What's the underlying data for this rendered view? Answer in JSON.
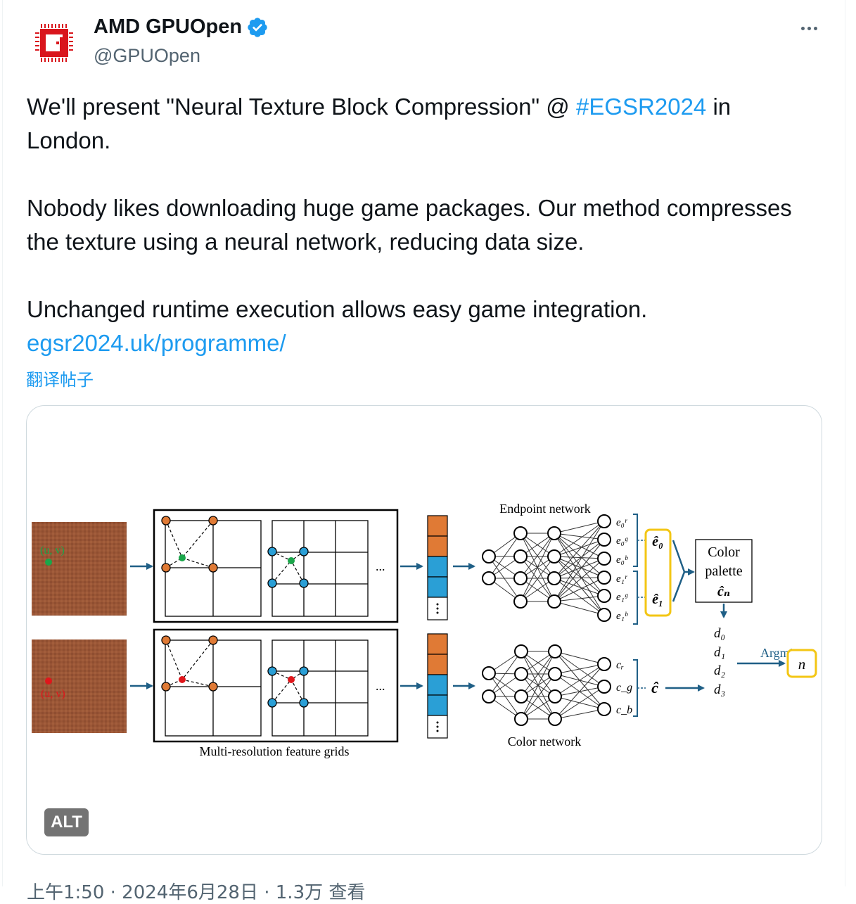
{
  "author": {
    "name": "AMD GPUOpen",
    "handle": "@GPUOpen",
    "verified": true,
    "avatar_icon": "amd-gpuopen-chip-logo",
    "more_icon": "more-horizontal-icon"
  },
  "tweet": {
    "line1_a": "We'll present \"Neural Texture Block Compression\" @ ",
    "hashtag": "#EGSR2024",
    "line1_b": " in London.",
    "para2": "Nobody likes downloading huge game packages. Our method compresses the texture using a neural network, reducing data size.",
    "para3": "Unchanged runtime execution allows easy game integration.",
    "url": "egsr2024.uk/programme/",
    "translate_label": "翻译帖子"
  },
  "media": {
    "alt_label": "ALT",
    "figure": {
      "uv_label_top": "(u, v)",
      "uv_label_bottom": "(u, v)",
      "grids_caption": "Multi-resolution feature grids",
      "ellipsis": "...",
      "endpoint_network": "Endpoint network",
      "color_network": "Color network",
      "endpoint_outputs": [
        "e₀ʳ",
        "e₀ᵍ",
        "e₀ᵇ",
        "e₁ʳ",
        "e₁ᵍ",
        "e₁ᵇ"
      ],
      "color_outputs": [
        "cᵣ",
        "c_g",
        "c_b"
      ],
      "e0_hat": "ê₀",
      "e1_hat": "ê₁",
      "c_hat": "ĉ",
      "palette_line1": "Color",
      "palette_line2": "palette",
      "palette_cn": "ĉₙ",
      "distances": [
        "d₀",
        "d₁",
        "d₂",
        "d₃"
      ],
      "argmin": "Argmin",
      "n_label": "n",
      "colors": {
        "orange": "#e07a35",
        "blue": "#2a9fd6",
        "green": "#1aa64a",
        "red": "#e0161b",
        "arrow": "#1f5f86",
        "bracket": "#1f5f86",
        "highlight": "#f3c614",
        "texture": "#9a5636"
      }
    }
  },
  "timestamp": "上午1:50 · 2024年6月28日 · 1.3万 查看"
}
